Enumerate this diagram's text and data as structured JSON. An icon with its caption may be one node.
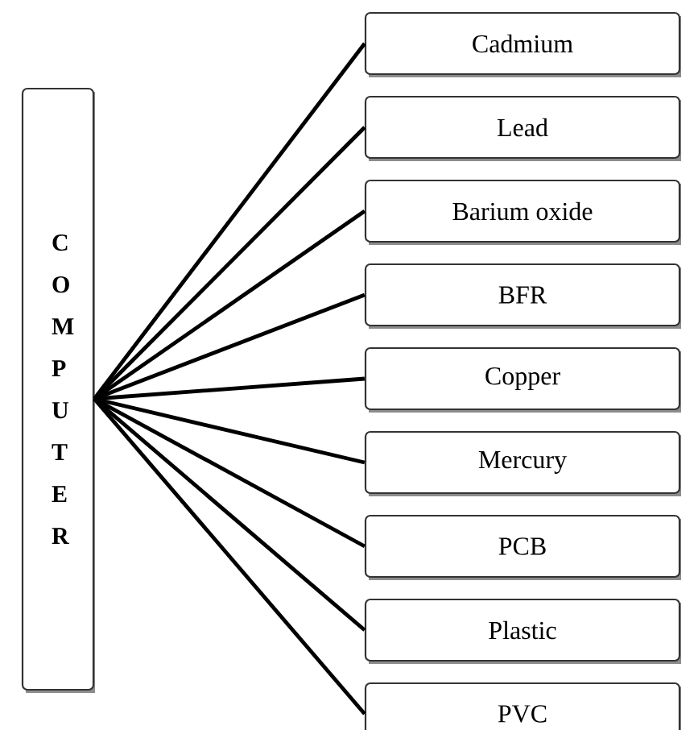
{
  "diagram": {
    "nodes": [
      {
        "text": [
          "COMPUTER"
        ]
      },
      {
        "text": [
          "Cadmium"
        ]
      },
      {
        "text": [
          "Lead"
        ]
      },
      {
        "text": [
          "Barium oxide"
        ]
      },
      {
        "text": [
          "BFR"
        ]
      },
      {
        "text": [
          "Copper"
        ]
      },
      {
        "text": [
          "Mercury"
        ]
      },
      {
        "text": [
          "PCB"
        ]
      },
      {
        "text": [
          "Plastic"
        ]
      },
      {
        "text": [
          "PVC"
        ]
      }
    ],
    "edges": [
      {
        "from": 0,
        "to": 1,
        "arrow": "none"
      },
      {
        "from": 0,
        "to": 2,
        "arrow": "none"
      },
      {
        "from": 0,
        "to": 3,
        "arrow": "none"
      },
      {
        "from": 0,
        "to": 4,
        "arrow": "none"
      },
      {
        "from": 0,
        "to": 5,
        "arrow": "none"
      },
      {
        "from": 0,
        "to": 6,
        "arrow": "none"
      },
      {
        "from": 0,
        "to": 7,
        "arrow": "none"
      },
      {
        "from": 0,
        "to": 8,
        "arrow": "none"
      },
      {
        "from": 0,
        "to": 9,
        "arrow": "none"
      }
    ]
  }
}
